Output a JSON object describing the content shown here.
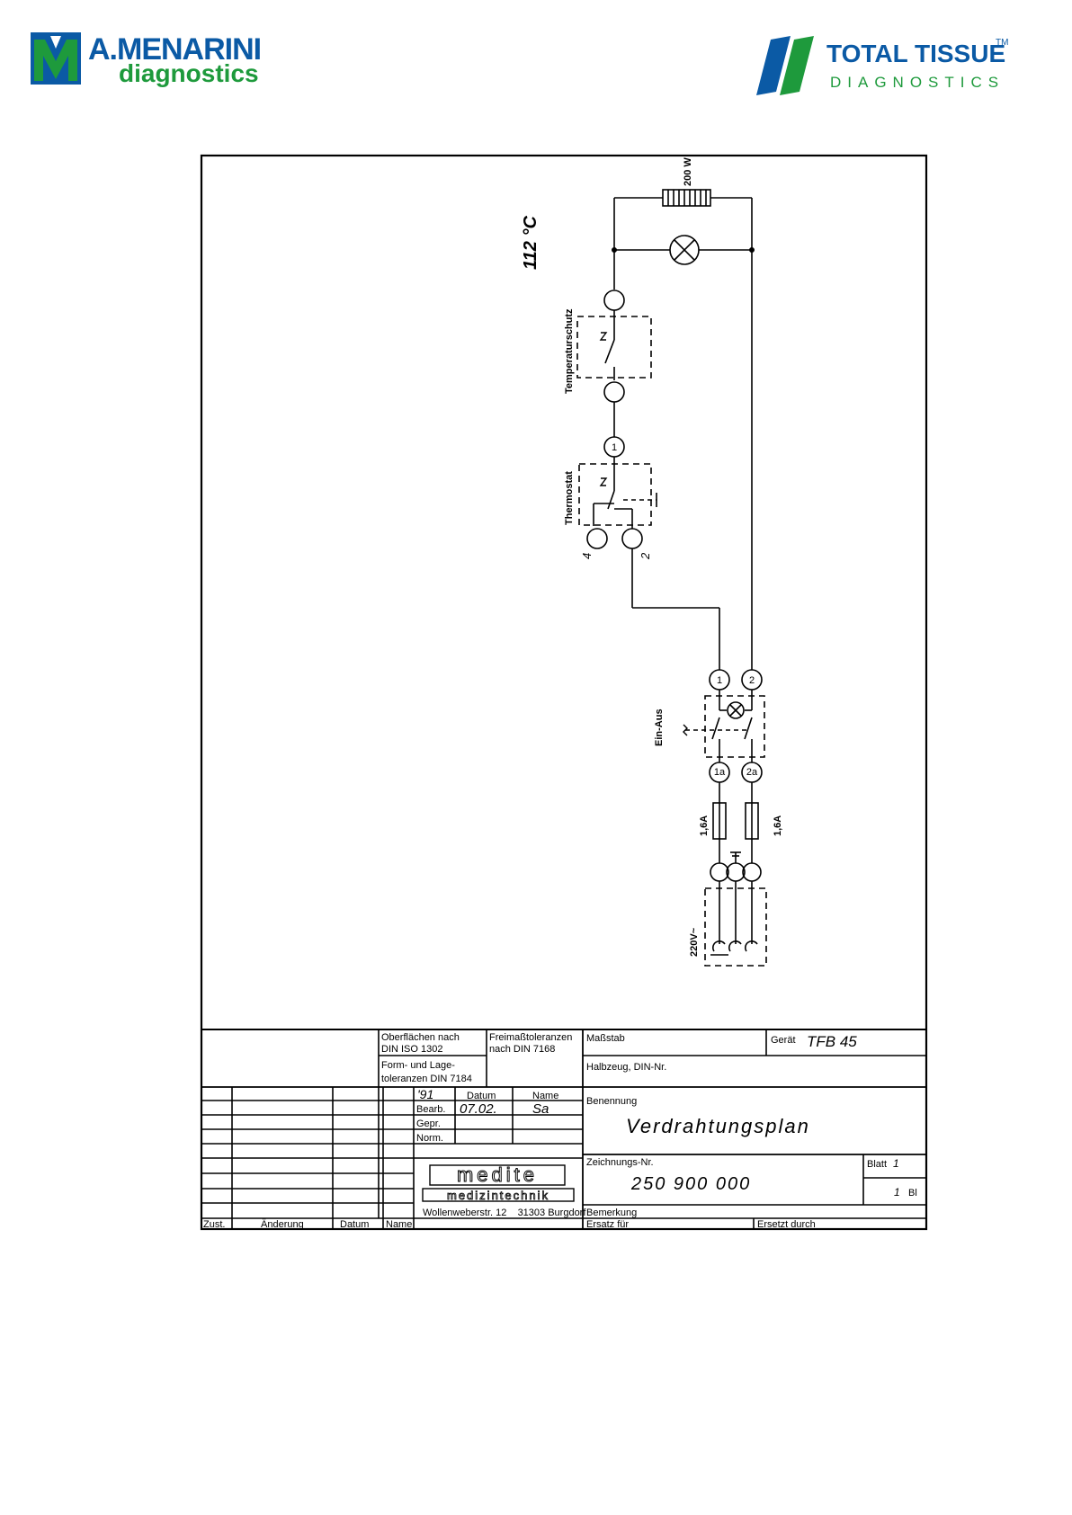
{
  "logos": {
    "left": {
      "line1": "A.MENARINI",
      "line2": "diagnostics",
      "icon": "menarini-m-icon",
      "color_blue": "#0b5aa5",
      "color_green": "#1e9a3c"
    },
    "right": {
      "line1": "TOTAL TISSUE",
      "tm": "TM",
      "line2": "DIAGNOSTICS",
      "icon": "total-tissue-stripes-icon"
    }
  },
  "circuit": {
    "heater": "200 W",
    "temp": "112 °C",
    "temperature_cutout": "Temperaturschutz",
    "thermostat": "Thermostat",
    "terminal_1": "1",
    "terminal_2": "2",
    "terminal_4": "4",
    "switch": "Ein-Aus",
    "switch_t1": "1",
    "switch_t2": "2",
    "fuse_t1": "1a",
    "fuse_t2": "2a",
    "fuse_left": "1,6A",
    "fuse_right": "1,6A",
    "supply": "220V~"
  },
  "title_block": {
    "surfaces": "Oberflächen nach",
    "surfaces_std": "DIN ISO 1302",
    "form_tol": "Form- und Lage-",
    "form_tol_std": "toleranzen DIN 7184",
    "free_tol": "Freimaßtoleranzen",
    "free_tol_std": "nach DIN 7168",
    "scale_label": "Maßstab",
    "device_label": "Gerät",
    "device_value": "TFB 45",
    "semi_label": "Halbzeug, DIN-Nr.",
    "year": "'91",
    "date_col": "Datum",
    "name_col": "Name",
    "bearb": "Bearb.",
    "bearb_date": "07.02.",
    "bearb_name": "Sa",
    "gepr": "Gepr.",
    "norm": "Norm.",
    "title_label": "Benennung",
    "title_value": "Verdrahtungsplan",
    "company": "medite",
    "company_sub": "medizintechnik",
    "address": "Wollenweberstr. 12    31303 Burgdorf",
    "drawing_no_label": "Zeichnungs-Nr.",
    "drawing_no": "250 900 000",
    "sheet_label": "Blatt",
    "sheet_no": "1",
    "sheets": "1",
    "sheets_suffix": "Bl",
    "remark": "Bemerkung",
    "replace_for": "Ersatz für",
    "replaced_by": "Ersetzt durch",
    "rev_zust": "Zust.",
    "rev_change": "Änderung",
    "rev_date": "Datum",
    "rev_name": "Name"
  }
}
